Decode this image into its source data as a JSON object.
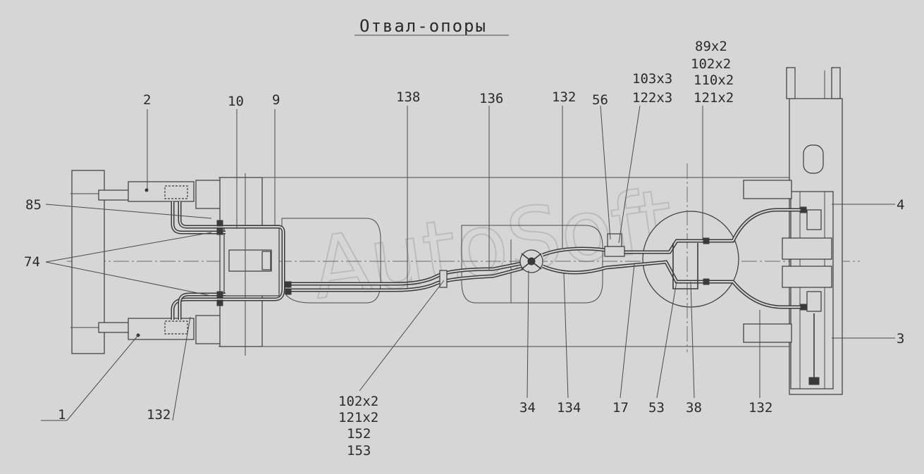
{
  "title": "Отвал-опоры",
  "watermark": "AutoSoft",
  "callouts": {
    "c1": "1",
    "c2": "2",
    "c3": "3",
    "c4": "4",
    "c9": "9",
    "c10": "10",
    "c17": "17",
    "c34": "34",
    "c38": "38",
    "c53": "53",
    "c56": "56",
    "c74": "74",
    "c85": "85",
    "c132_left": "132",
    "c132_top": "132",
    "c132_right": "132",
    "c134": "134",
    "c136": "136",
    "c138": "138",
    "group_left_1": "102x2",
    "group_left_2": "121x2",
    "group_left_3": "152",
    "group_left_4": "153",
    "group_mid_1": "103x3",
    "group_mid_2": "122x3",
    "group_right_1": "89x2",
    "group_right_2": "102x2",
    "group_right_3": "110x2",
    "group_right_4": "121x2"
  }
}
